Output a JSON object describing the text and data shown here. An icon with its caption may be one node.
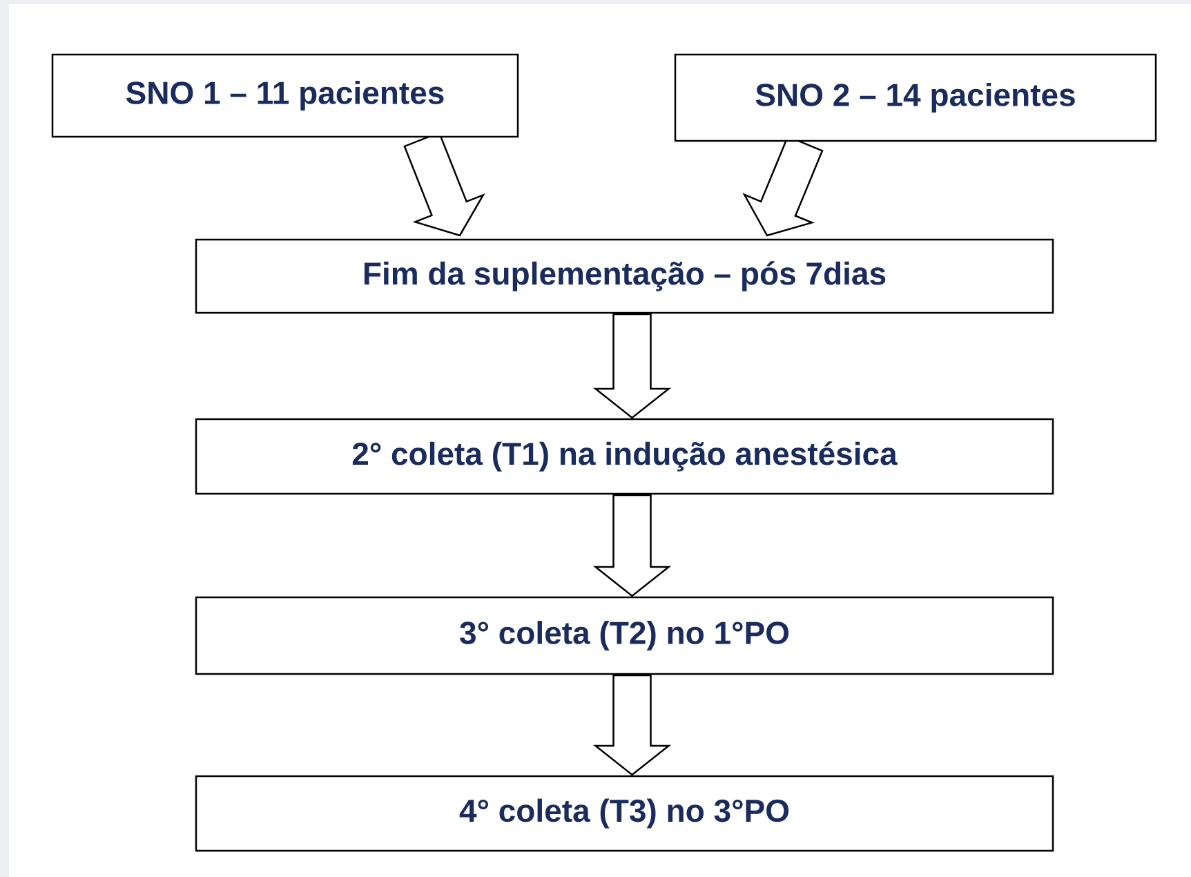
{
  "diagram": {
    "nodes": [
      {
        "text": [
          "SNO 1 – 11 pacientes"
        ]
      },
      {
        "text": [
          "SNO 2 – 14 pacientes"
        ]
      },
      {
        "text": [
          "Fim da suplementação – pós 7dias"
        ]
      },
      {
        "text": [
          "2° coleta (T1) na indução anestésica"
        ]
      },
      {
        "text": [
          "3° coleta (T2) no 1°PO"
        ]
      },
      {
        "text": [
          "4° coleta (T3) no 3°PO"
        ]
      }
    ],
    "edges": [
      {
        "from": 0,
        "to": 2,
        "arrow": "to"
      },
      {
        "from": 1,
        "to": 2,
        "arrow": "to"
      },
      {
        "from": 2,
        "to": 3,
        "arrow": "to"
      },
      {
        "from": 3,
        "to": 4,
        "arrow": "to"
      },
      {
        "from": 4,
        "to": 5,
        "arrow": "to"
      }
    ]
  }
}
